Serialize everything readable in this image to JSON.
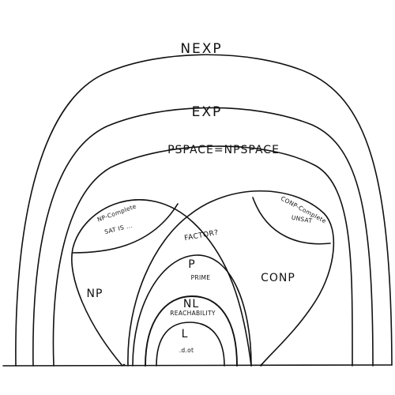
{
  "classes": {
    "nexp": "NEXP",
    "exp": "EXP",
    "pspace": "PSPACE=NPSPACE",
    "np": "NP",
    "conp": "CONP",
    "p": "P",
    "nl": "NL",
    "l": "L"
  },
  "regions": {
    "np_complete_title": "NP-Complete",
    "np_complete_example": "SAT IS ...",
    "conp_complete_title": "CONP-Complete",
    "conp_complete_example": "UNSAT"
  },
  "examples": {
    "factor": "FACTOR?",
    "prime": "PRIME",
    "reachability": "REACHABILITY",
    "l_example": ".d.ot"
  }
}
